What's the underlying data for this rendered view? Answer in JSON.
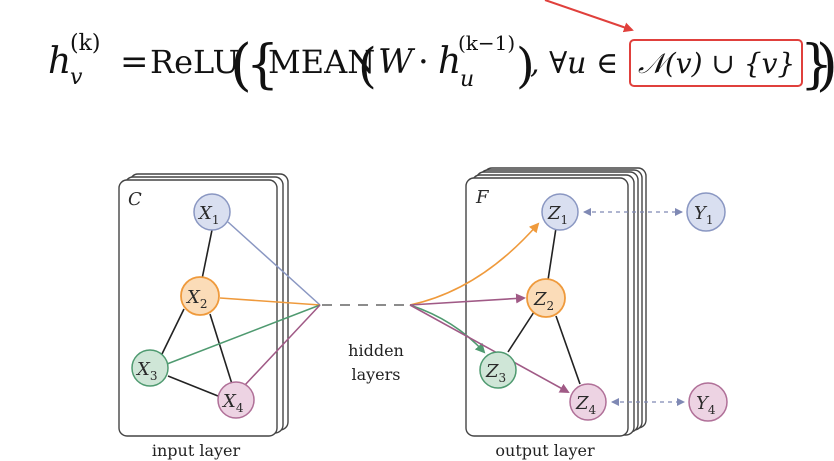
{
  "formula": {
    "lhs_base": "h",
    "lhs_sub": "v",
    "lhs_sup": "(k)",
    "equals": "=",
    "relu": "ReLU",
    "mean": "MEAN",
    "weight": "W",
    "dot": "·",
    "inner_base": "h",
    "inner_sub": "u",
    "inner_sup": "(k−1)",
    "forall": ", ∀u ∈",
    "neighborhood": "𝒩(v) ∪ {v}"
  },
  "input_panel": {
    "corner_label": "C",
    "caption": "input layer",
    "nodes": [
      {
        "letter": "X",
        "index": "1",
        "fill": "#d9dff0",
        "stroke": "#8a97c2"
      },
      {
        "letter": "X",
        "index": "2",
        "fill": "#fbdcb8",
        "stroke": "#ef9a3c"
      },
      {
        "letter": "X",
        "index": "3",
        "fill": "#cfe6d7",
        "stroke": "#4f9a70"
      },
      {
        "letter": "X",
        "index": "4",
        "fill": "#edd3e3",
        "stroke": "#b07098"
      }
    ]
  },
  "hidden": {
    "line1": "hidden",
    "line2": "layers"
  },
  "output_panel": {
    "corner_label": "F",
    "caption": "output layer",
    "nodes": [
      {
        "letter": "Z",
        "index": "1",
        "fill": "#d9dff0",
        "stroke": "#8a97c2"
      },
      {
        "letter": "Z",
        "index": "2",
        "fill": "#fbdcb8",
        "stroke": "#ef9a3c"
      },
      {
        "letter": "Z",
        "index": "3",
        "fill": "#cfe6d7",
        "stroke": "#4f9a70"
      },
      {
        "letter": "Z",
        "index": "4",
        "fill": "#edd3e3",
        "stroke": "#b07098"
      }
    ]
  },
  "labels_nodes": [
    {
      "letter": "Y",
      "index": "1",
      "fill": "#d9dff0",
      "stroke": "#8a97c2"
    },
    {
      "letter": "Y",
      "index": "4",
      "fill": "#edd3e3",
      "stroke": "#b07098"
    }
  ],
  "colors": {
    "highlight": "#e0403c",
    "edge_blue": "#8a97c2",
    "edge_orange": "#ef9a3c",
    "edge_green": "#4f9a70",
    "edge_purple": "#a05a86",
    "dashed_link": "#7f89b4"
  }
}
